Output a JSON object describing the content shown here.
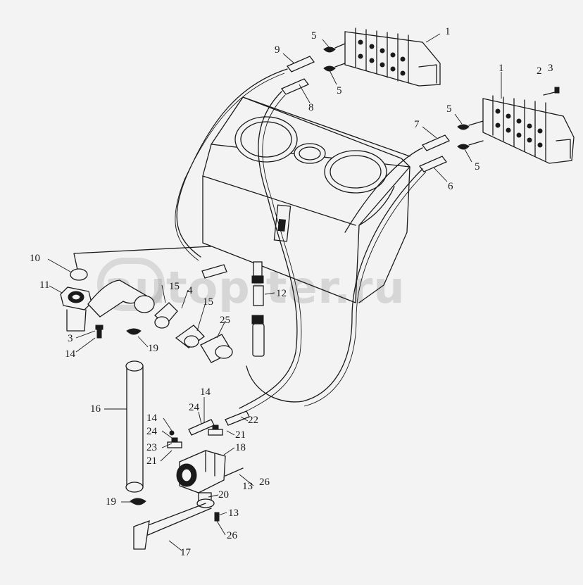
{
  "watermark": {
    "text": "autopiter.ru"
  },
  "callouts": {
    "c1a": "1",
    "c1b": "1",
    "c2": "2",
    "c3a": "3",
    "c3b": "3",
    "c5a": "5",
    "c5b": "5",
    "c5c": "5",
    "c5d": "5",
    "c9": "9",
    "c8": "8",
    "c7": "7",
    "c6": "6",
    "c10": "10",
    "c11": "11",
    "c15a": "15",
    "c4": "4",
    "c15b": "15",
    "c12": "12",
    "c25": "25",
    "c19a": "19",
    "c14a": "14",
    "c16": "16",
    "c14b": "14",
    "c24a": "24",
    "c22": "22",
    "c14c": "14",
    "c24b": "24",
    "c21a": "21",
    "c23": "23",
    "c21b": "21",
    "c18": "18",
    "c13a": "13",
    "c26a": "26",
    "c20": "20",
    "c19b": "19",
    "c13b": "13",
    "c26b": "26",
    "c17": "17"
  }
}
